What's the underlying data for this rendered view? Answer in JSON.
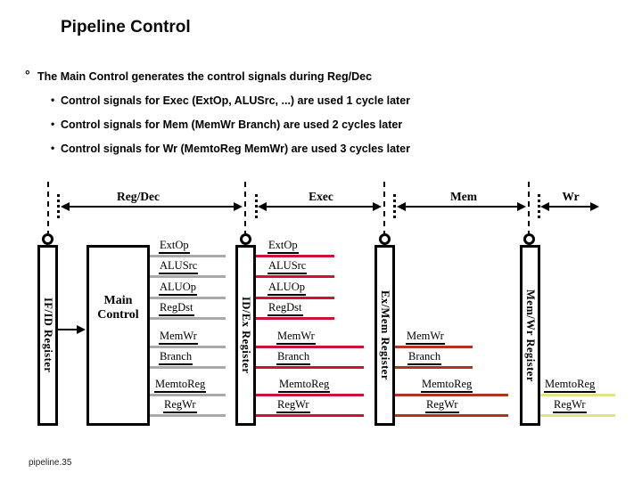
{
  "slide": {
    "title": "Pipeline Control",
    "footer": "pipeline.35"
  },
  "bullets": {
    "main_marker": "°",
    "sub_marker": "•",
    "main": "The Main Control generates the control signals during Reg/Dec",
    "sub": [
      "Control signals for Exec (ExtOp, ALUSrc, ...) are used 1 cycle later",
      "Control signals for Mem (MemWr Branch) are used 2 cycles later",
      "Control signals for Wr (MemtoReg MemWr) are used 3 cycles later"
    ]
  },
  "diagram": {
    "stages": [
      {
        "label": "Reg/Dec"
      },
      {
        "label": "Exec"
      },
      {
        "label": "Mem"
      },
      {
        "label": "Wr"
      }
    ],
    "registers": [
      {
        "label": "IF/ID Register"
      },
      {
        "label": "ID/Ex Register"
      },
      {
        "label": "Ex/Mem Register"
      },
      {
        "label": "Mem/Wr Register"
      }
    ],
    "main_control": {
      "line1": "Main",
      "line2": "Control"
    },
    "segments": {
      "decode": [
        "ExtOp",
        "ALUSrc",
        "ALUOp",
        "RegDst",
        "MemWr",
        "Branch",
        "MemtoReg",
        "RegWr"
      ],
      "exec": [
        "ExtOp",
        "ALUSrc",
        "ALUOp",
        "RegDst",
        "MemWr",
        "Branch",
        "MemtoReg",
        "RegWr"
      ],
      "mem": [
        "MemWr",
        "Branch",
        "MemtoReg",
        "RegWr"
      ],
      "wr": [
        "MemtoReg",
        "RegWr"
      ]
    },
    "colors": {
      "decode_signal": "#a9a9a9",
      "exec_signal": "#cc1334",
      "mem_signal": "#ae3320",
      "wr_signal": "#e3e382",
      "outline": "#000000"
    }
  }
}
